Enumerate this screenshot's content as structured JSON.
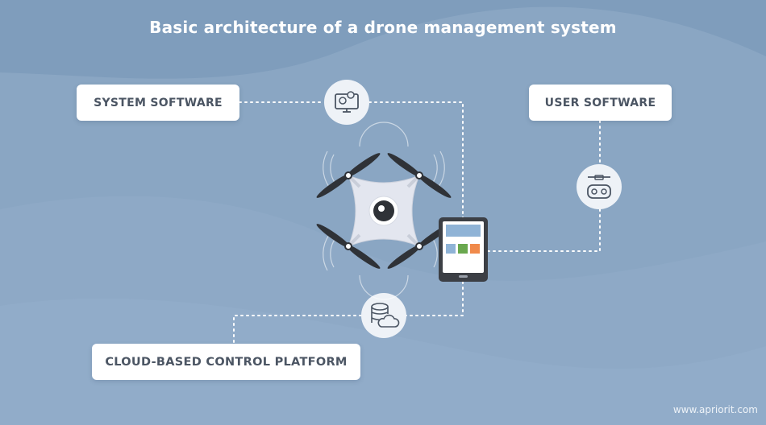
{
  "title": "Basic architecture of a drone management system",
  "boxes": {
    "system": "SYSTEM SOFTWARE",
    "user": "USER SOFTWARE",
    "cloud": "CLOUD-BASED CONTROL PLATFORM"
  },
  "footer": "www.apriorit.com",
  "icons": {
    "system": "computer-gear-icon",
    "user": "remote-controller-icon",
    "cloud": "database-cloud-icon"
  },
  "colors": {
    "background": "#8aa6c3",
    "box": "#ffffff",
    "box_text": "#4b5563",
    "accent_green": "#6aa84f",
    "accent_orange": "#f08a4b",
    "accent_blue": "#8fb3d6"
  }
}
